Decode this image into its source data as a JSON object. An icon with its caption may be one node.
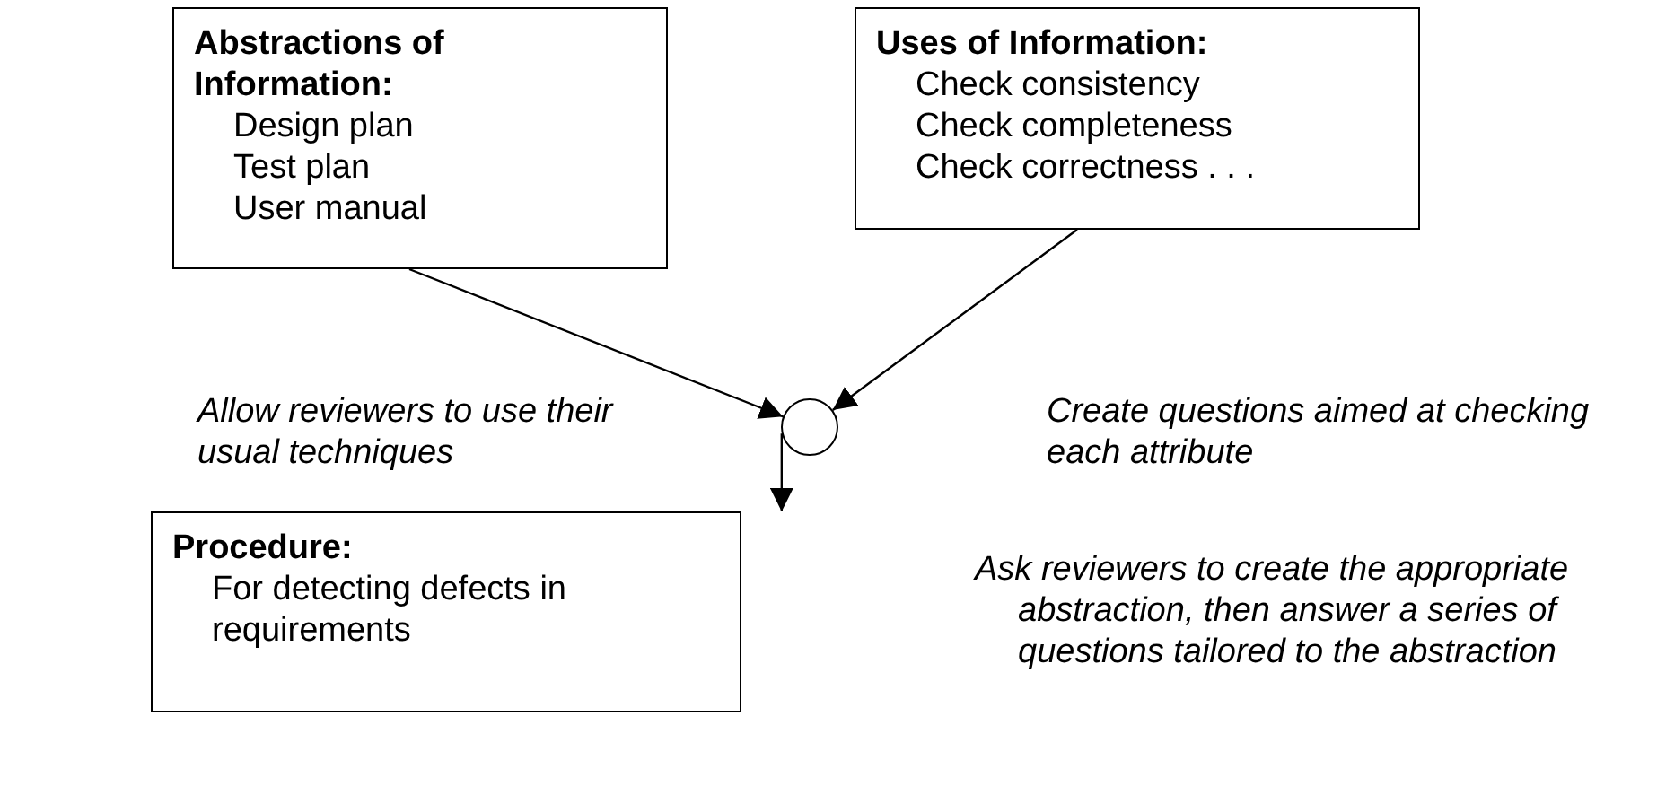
{
  "diagram": {
    "nodes": [
      {
        "text": [
          "Abstractions of Information:",
          "Design plan",
          "Test plan",
          "User manual"
        ]
      },
      {
        "text": [
          "Uses of Information:",
          "Check consistency",
          "Check completeness",
          "Check correctness . . ."
        ]
      },
      {
        "text": [],
        "shape": "circle"
      },
      {
        "text": [
          "Procedure:",
          "For detecting defects in requirements"
        ]
      }
    ],
    "edges": [
      {
        "from": 0,
        "to": 2,
        "arrow": "to"
      },
      {
        "from": 1,
        "to": 2,
        "arrow": "to"
      },
      {
        "from": 2,
        "to": 3,
        "arrow": "to"
      }
    ],
    "labels": [
      "Allow reviewers to use their usual techniques",
      "Create questions aimed at checking each attribute",
      "Ask reviewers to create the appropriate abstraction, then answer a series of questions tailored to the abstraction"
    ]
  }
}
